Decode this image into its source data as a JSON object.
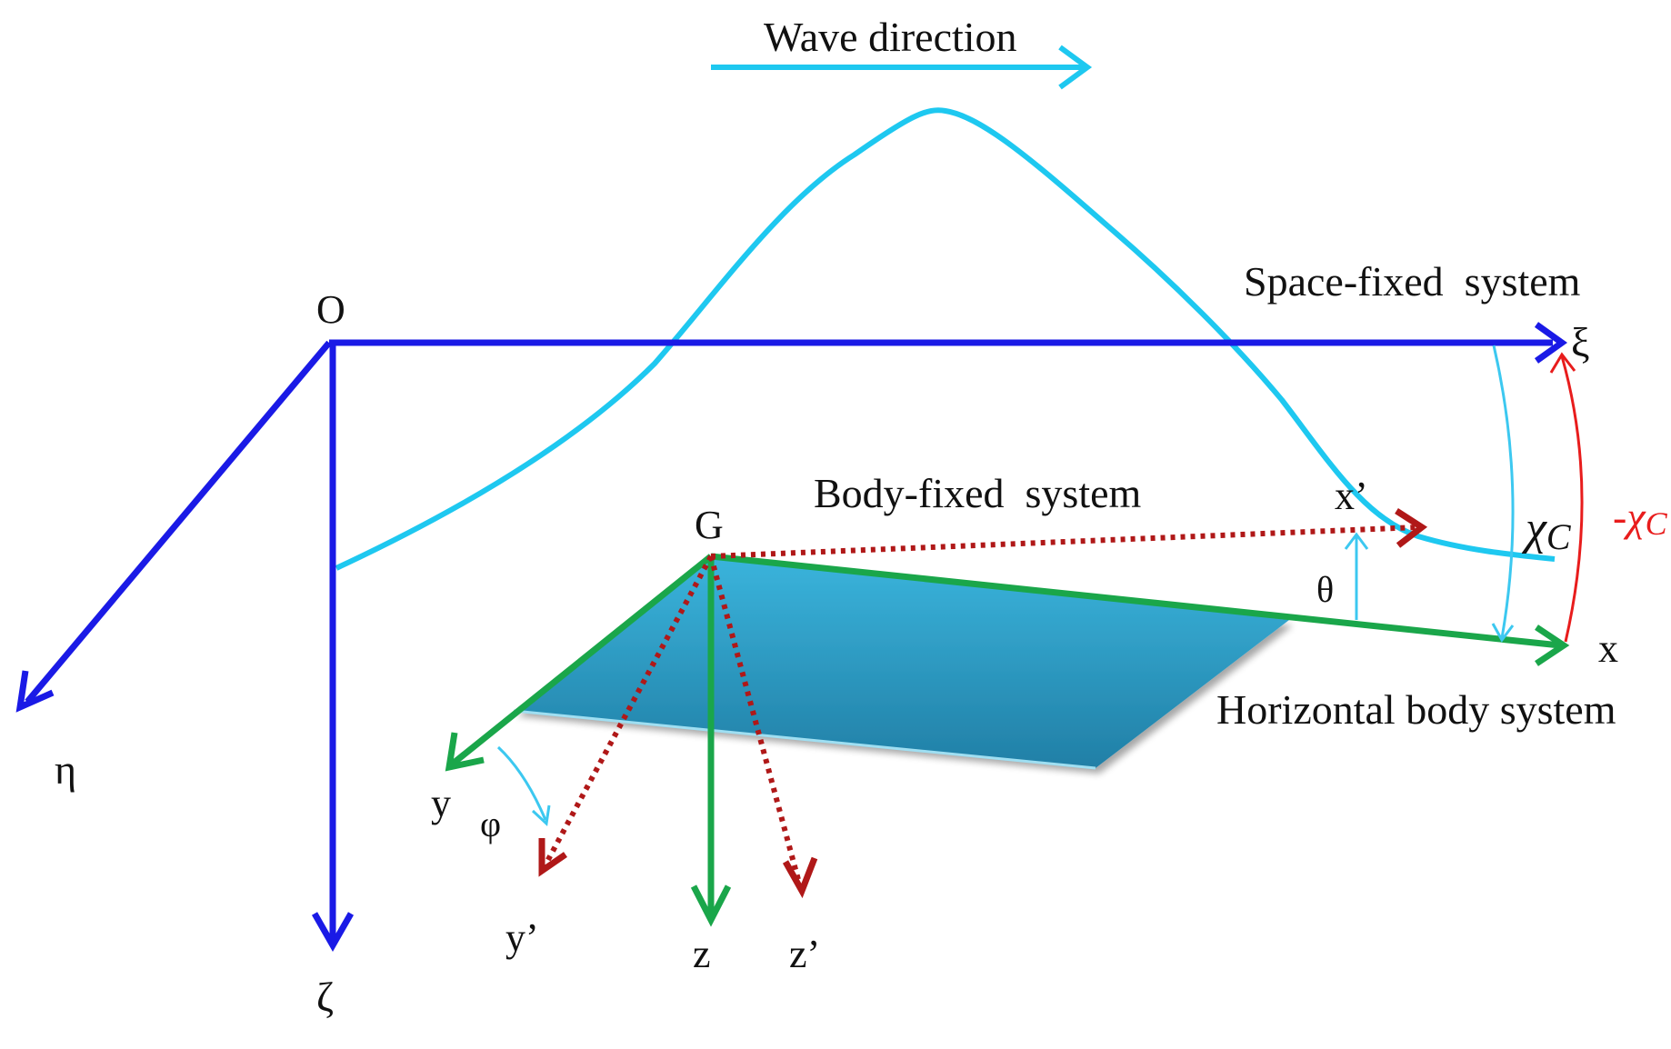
{
  "labels": {
    "wave_direction": "Wave direction",
    "space_fixed_system": "Space-fixed  system",
    "body_fixed_system": "Body-fixed  system",
    "horizontal_body_system": "Horizontal body system",
    "origin": "O",
    "xi": "ξ",
    "eta": "η",
    "zeta": "ζ",
    "g": "G",
    "x_prime": "x’",
    "x": "x",
    "y": "y",
    "y_prime": "y’",
    "z": "z",
    "z_prime": "z’",
    "theta": "θ",
    "phi": "φ",
    "chi_c_base": "χ",
    "chi_c_sub": "C",
    "neg_chi_c_base": "-χ",
    "neg_chi_c_sub": "C"
  },
  "colors": {
    "space_axes": "#1a1ae6",
    "wave": "#1ec8f0",
    "horizontal_axes": "#1aa64a",
    "body_axes": "#b01818",
    "angle_arrows": "#3cc8f0",
    "neg_chi_arrow": "#e81c1c",
    "plate": "#2a9cc4"
  }
}
